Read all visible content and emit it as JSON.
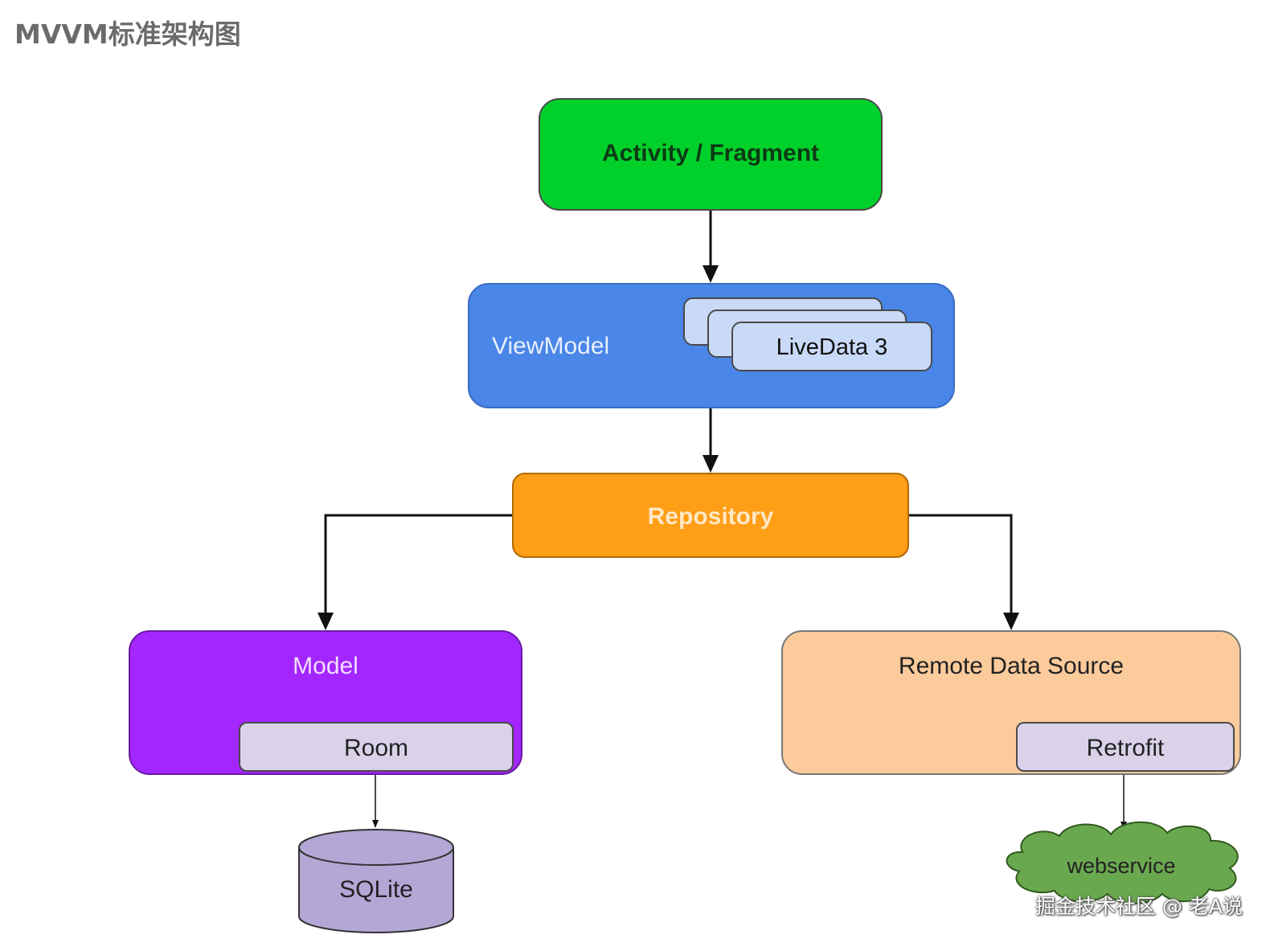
{
  "title": "MVVM标准架构图",
  "nodes": {
    "activity": "Activity / Fragment",
    "viewmodel": "ViewModel",
    "livedata": "LiveData 3",
    "repository": "Repository",
    "model": "Model",
    "room": "Room",
    "sqlite": "SQLite",
    "remote": "Remote Data Source",
    "retrofit": "Retrofit",
    "webservice": "webservice"
  },
  "colors": {
    "activity": "#00d12a",
    "viewmodel": "#4a86e8",
    "livedata": "#c9daf8",
    "repository": "#ff9e17",
    "model": "#a326ff",
    "remote": "#fccb9c",
    "inner_card": "#d9d2e9",
    "sqlite": "#b4a7d6",
    "webservice": "#6aa84f"
  },
  "watermark": "掘金技术社区 @ 老A说"
}
